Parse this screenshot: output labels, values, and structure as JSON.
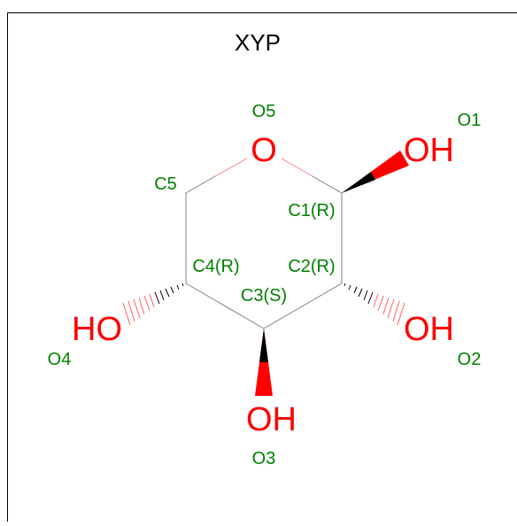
{
  "molecule": {
    "title": "XYP"
  },
  "colors": {
    "oxygen": "#ff0000",
    "annotation": "#008000",
    "bond": "#808080",
    "title": "#000000",
    "border": "#000000",
    "wedge": "#000000"
  },
  "atoms": {
    "ring_oxygen": "O",
    "oh": "OH",
    "ho": "HO"
  },
  "annotations": {
    "O1": "O1",
    "O2": "O2",
    "O3": "O3",
    "O4": "O4",
    "O5": "O5",
    "C1": "C1(R)",
    "C2": "C2(R)",
    "C3": "C3(S)",
    "C4": "C4(R)",
    "C5": "C5"
  }
}
